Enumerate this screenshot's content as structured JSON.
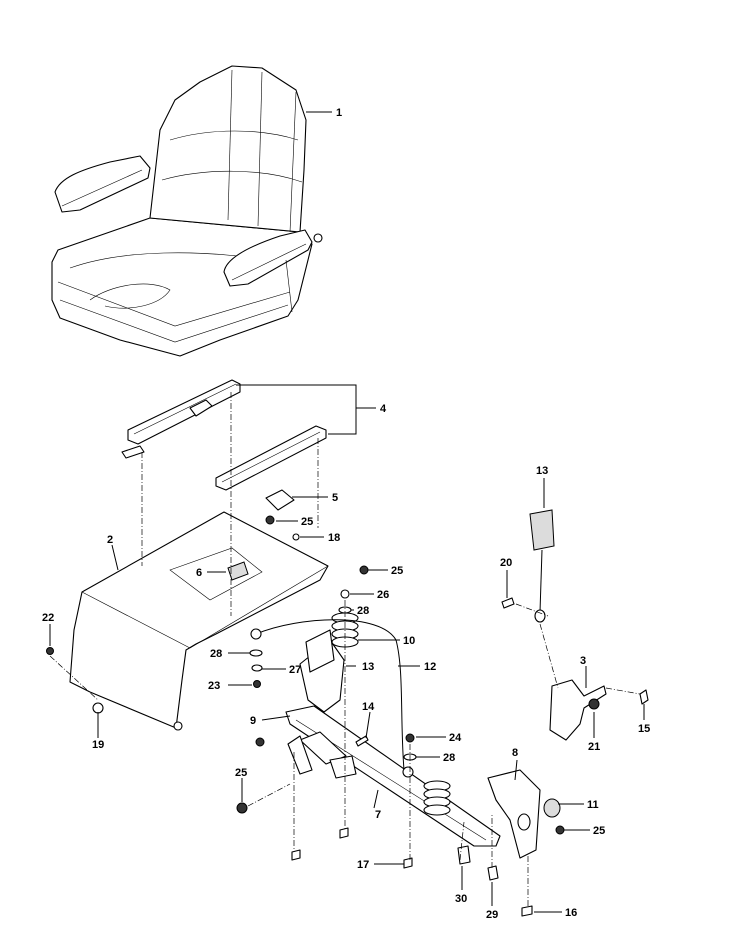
{
  "diagram": {
    "callouts": [
      {
        "id": "c1",
        "label": "1"
      },
      {
        "id": "c2",
        "label": "2"
      },
      {
        "id": "c3",
        "label": "3"
      },
      {
        "id": "c4",
        "label": "4"
      },
      {
        "id": "c5",
        "label": "5"
      },
      {
        "id": "c6",
        "label": "6"
      },
      {
        "id": "c7",
        "label": "7"
      },
      {
        "id": "c8",
        "label": "8"
      },
      {
        "id": "c9",
        "label": "9"
      },
      {
        "id": "c10",
        "label": "10"
      },
      {
        "id": "c11",
        "label": "11"
      },
      {
        "id": "c12",
        "label": "12"
      },
      {
        "id": "c13a",
        "label": "13"
      },
      {
        "id": "c13b",
        "label": "13"
      },
      {
        "id": "c14",
        "label": "14"
      },
      {
        "id": "c15",
        "label": "15"
      },
      {
        "id": "c16",
        "label": "16"
      },
      {
        "id": "c17",
        "label": "17"
      },
      {
        "id": "c18",
        "label": "18"
      },
      {
        "id": "c19",
        "label": "19"
      },
      {
        "id": "c20",
        "label": "20"
      },
      {
        "id": "c21",
        "label": "21"
      },
      {
        "id": "c22",
        "label": "22"
      },
      {
        "id": "c23",
        "label": "23"
      },
      {
        "id": "c24",
        "label": "24"
      },
      {
        "id": "c25a",
        "label": "25"
      },
      {
        "id": "c25b",
        "label": "25"
      },
      {
        "id": "c25c",
        "label": "25"
      },
      {
        "id": "c25d",
        "label": "25"
      },
      {
        "id": "c26",
        "label": "26"
      },
      {
        "id": "c27",
        "label": "27"
      },
      {
        "id": "c28a",
        "label": "28"
      },
      {
        "id": "c28b",
        "label": "28"
      },
      {
        "id": "c28c",
        "label": "28"
      },
      {
        "id": "c29",
        "label": "29"
      },
      {
        "id": "c30",
        "label": "30"
      }
    ]
  }
}
